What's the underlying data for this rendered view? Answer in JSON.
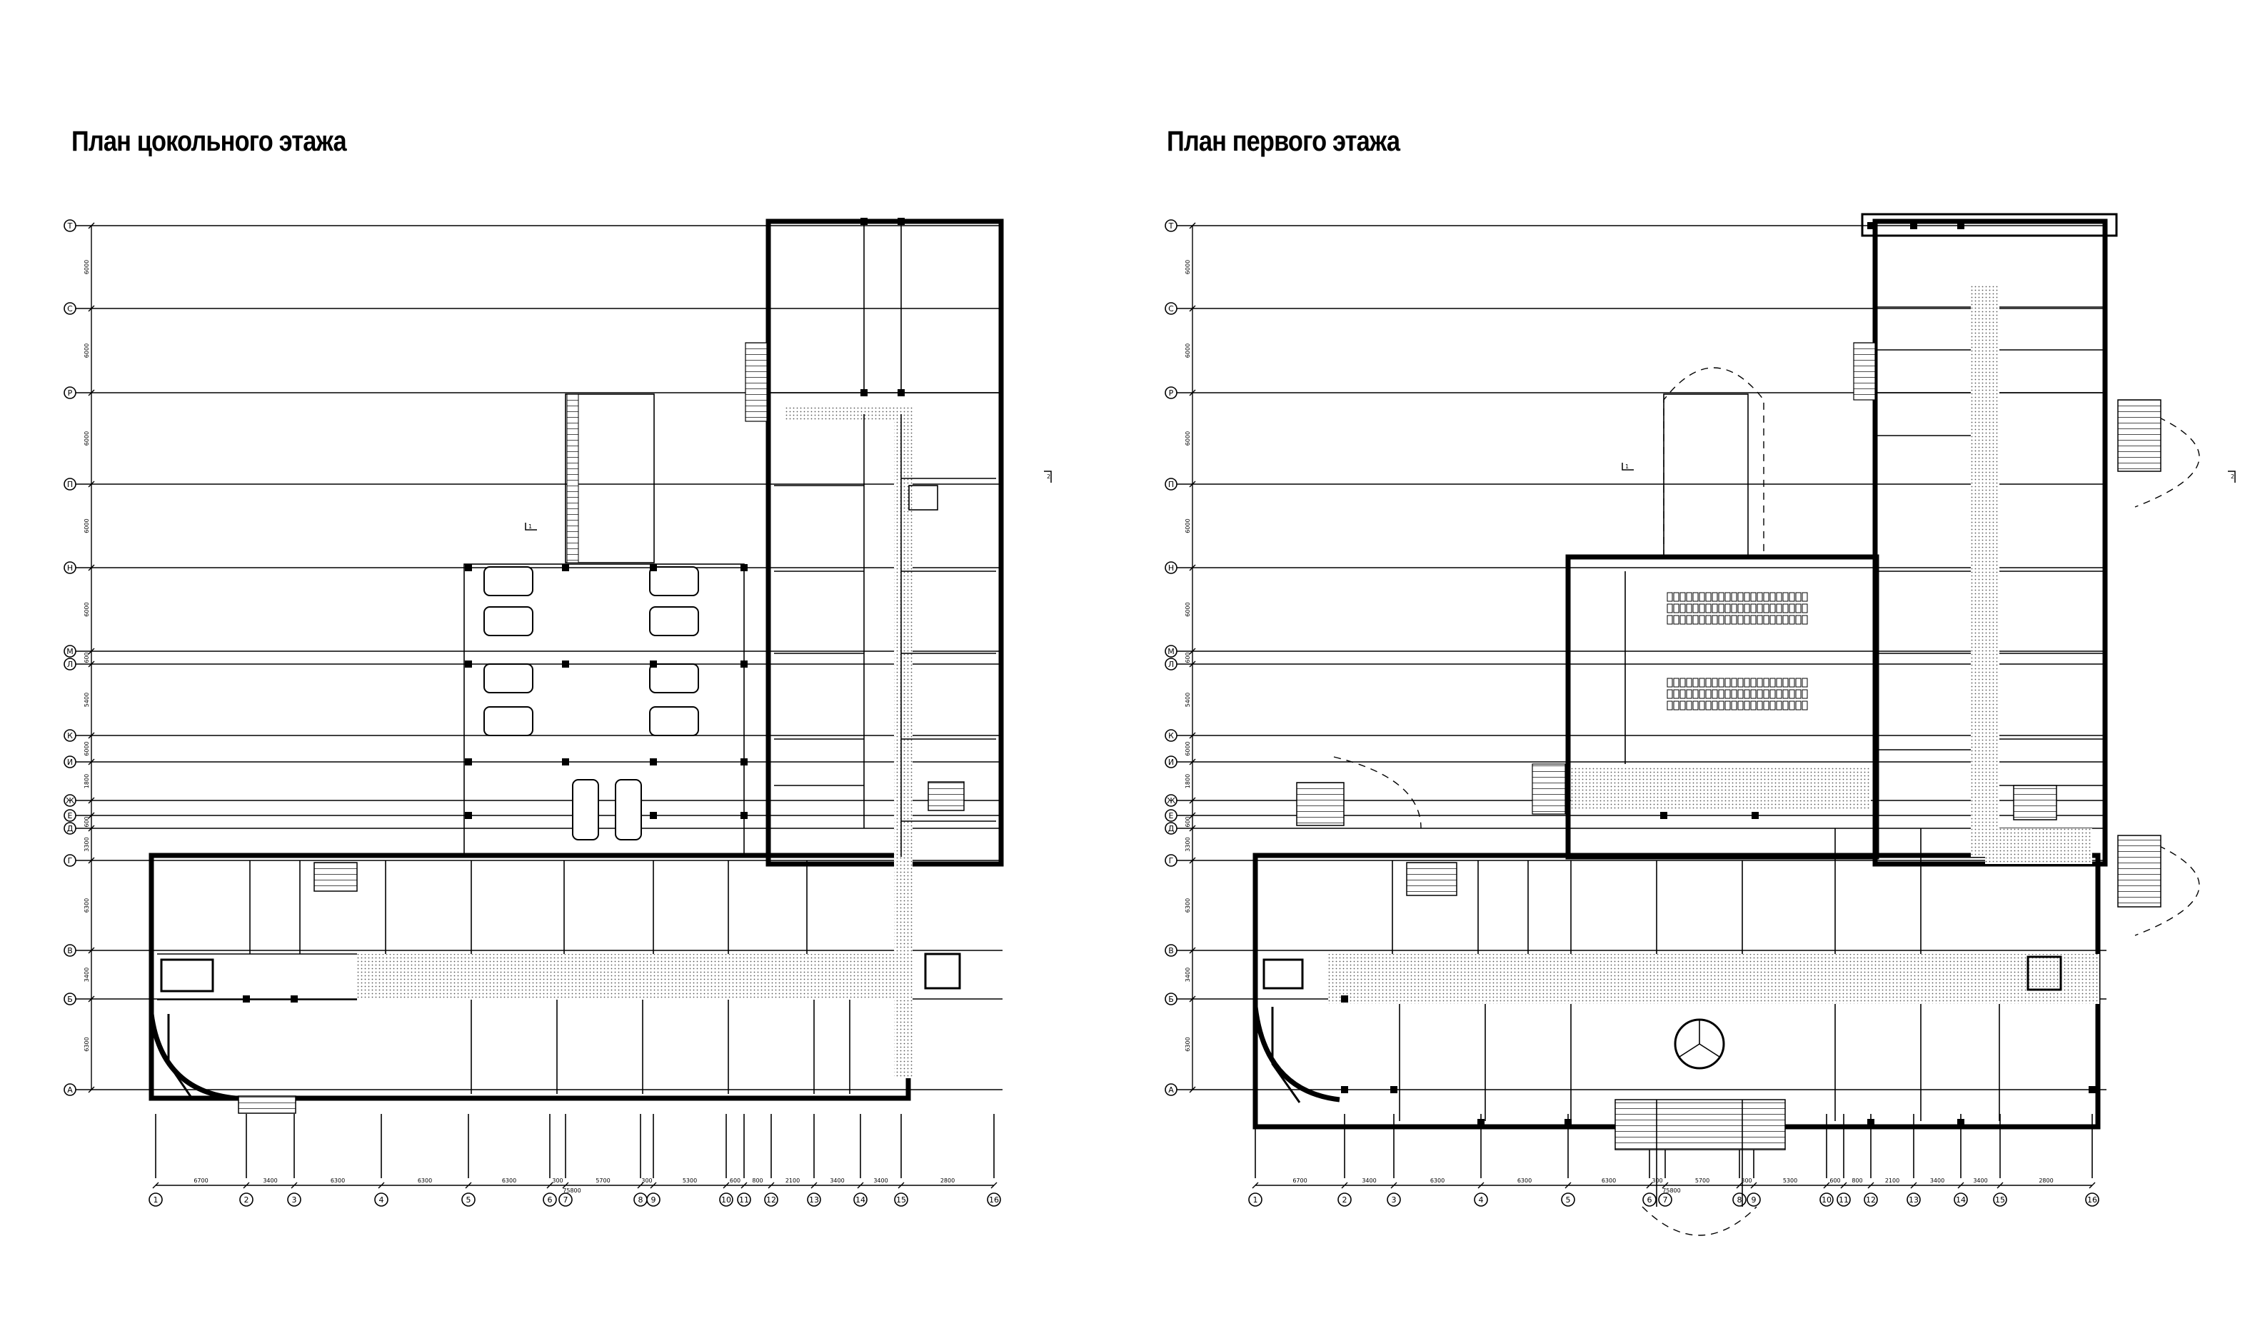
{
  "titles": {
    "left": "План цокольного этажа",
    "right": "План первого этажа"
  },
  "axes": {
    "rows": [
      "Т",
      "С",
      "Р",
      "П",
      "Н",
      "М",
      "Л",
      "К",
      "И",
      "Ж",
      "Е",
      "Д",
      "Г",
      "В",
      "Б",
      "А"
    ],
    "columns": [
      "1",
      "2",
      "3",
      "4",
      "5",
      "6",
      "7",
      "8",
      "9",
      "10",
      "11",
      "12",
      "13",
      "14",
      "15",
      "16"
    ]
  },
  "dimensions": {
    "bottom_segments": [
      "6700",
      "3400",
      "6300",
      "6300",
      "6300",
      "300",
      "5700",
      "300",
      "5300",
      "600",
      "800",
      "2100",
      "3400",
      "3400",
      "2800",
      "6300"
    ],
    "bottom_total": "75800",
    "left_segments": [
      "6000",
      "6000",
      "6000",
      "6000",
      "6000",
      "600",
      "5400",
      "6000",
      "1800",
      "600",
      "3300",
      "6300",
      "3400",
      "6300"
    ]
  },
  "section_marks": [
    "1",
    "2"
  ],
  "colors": {
    "line": "#000000",
    "background": "#ffffff"
  }
}
